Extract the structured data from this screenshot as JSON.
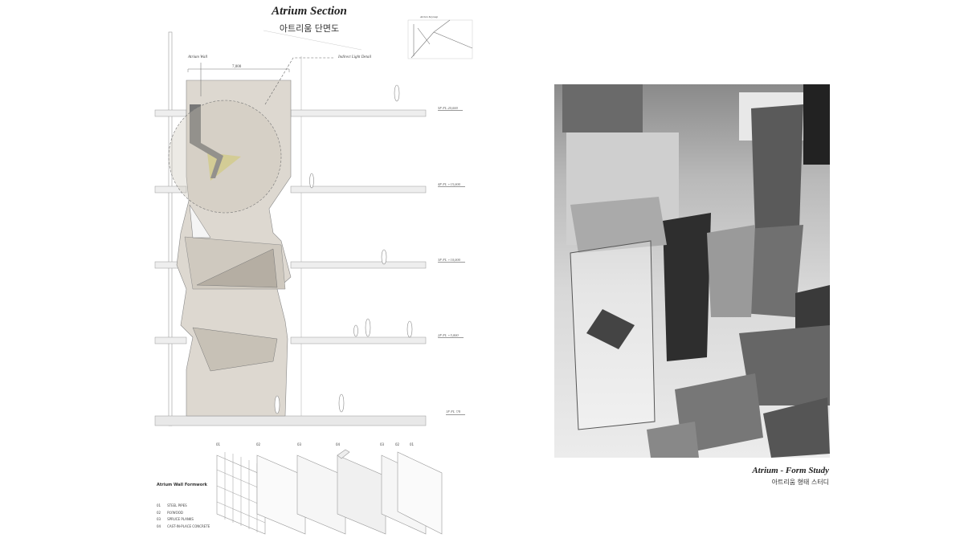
{
  "section": {
    "title": "Atrium Section",
    "subtitle": "아트리움 단면도",
    "keymap_title": "Atrium Keymap",
    "annotations": {
      "wall": "Atrium Wall",
      "light": "Indirect Light Detail",
      "dimension": "7,000"
    },
    "levels": [
      "5F FL 20,000",
      "4F FL +15,000",
      "3F FL +10,000",
      "2F FL +5,000",
      "1F FL ▽0"
    ]
  },
  "formwork": {
    "title": "Atrium Wall Formwork",
    "layer_labels": [
      "01",
      "02",
      "03",
      "04",
      "03",
      "02",
      "01"
    ],
    "items": [
      {
        "num": "01",
        "label": "STEEL PIPES"
      },
      {
        "num": "02",
        "label": "PLYWOOD"
      },
      {
        "num": "03",
        "label": "SPRUCE PLANKS"
      },
      {
        "num": "04",
        "label": "CAST-IN-PLACE CONCRETE"
      }
    ]
  },
  "photo": {
    "caption": "Atrium - Form Study",
    "caption_ko": "아트리움 형태 스터디"
  }
}
